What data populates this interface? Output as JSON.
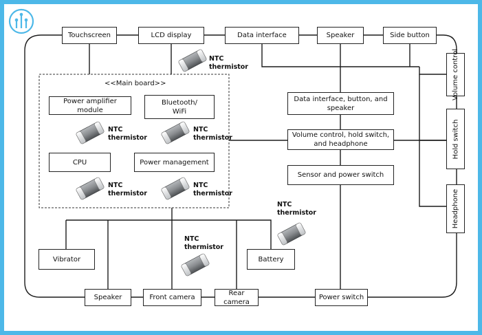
{
  "diagram": {
    "main_board_label": "<<Main board>>",
    "ntc_label": "NTC\nthermistor",
    "top_components": {
      "touchscreen": "Touchscreen",
      "lcd_display": "LCD display",
      "data_interface": "Data interface",
      "speaker": "Speaker",
      "side_button": "Side button"
    },
    "right_components": {
      "volume_control": "Volume control",
      "hold_switch": "Hold switch",
      "headphone": "Headphone"
    },
    "center_blocks": {
      "data_button_speaker": "Data interface, button, and speaker",
      "volume_hold_headphone": "Volume control, hold switch, and headphone",
      "sensor_power": "Sensor and power switch"
    },
    "main_board_components": {
      "power_amplifier": "Power amplifier module",
      "bluetooth_wifi": "Bluetooth/ WiFi",
      "cpu": "CPU",
      "power_management": "Power management"
    },
    "bottom_components": {
      "vibrator": "Vibrator",
      "battery": "Battery",
      "speaker": "Speaker",
      "front_camera": "Front camera",
      "rear_camera": "Rear camera",
      "power_switch": "Power switch"
    },
    "colors": {
      "frame": "#4db8e8",
      "chip_body": "#8a8d90",
      "chip_cap": "#f2f2f2"
    }
  }
}
